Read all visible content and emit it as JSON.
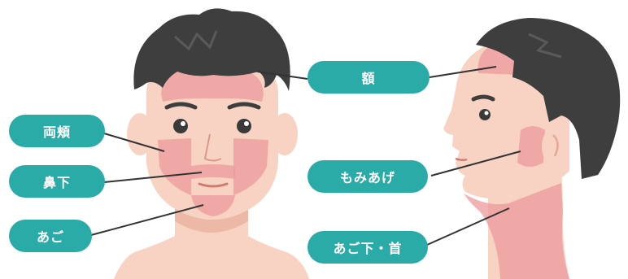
{
  "labels": {
    "forehead": "額",
    "cheeks": "両頬",
    "under_nose": "鼻下",
    "chin": "あご",
    "sideburns": "もみあげ",
    "under_chin_neck": "あご下・首"
  },
  "colors": {
    "label_bg": "#2BABA8",
    "skin": "#F8D3C3",
    "skin_shadow": "#EDB8A6",
    "hair": "#3E3E3E",
    "highlight": "#EE9A9E",
    "leader_line": "#333333"
  }
}
